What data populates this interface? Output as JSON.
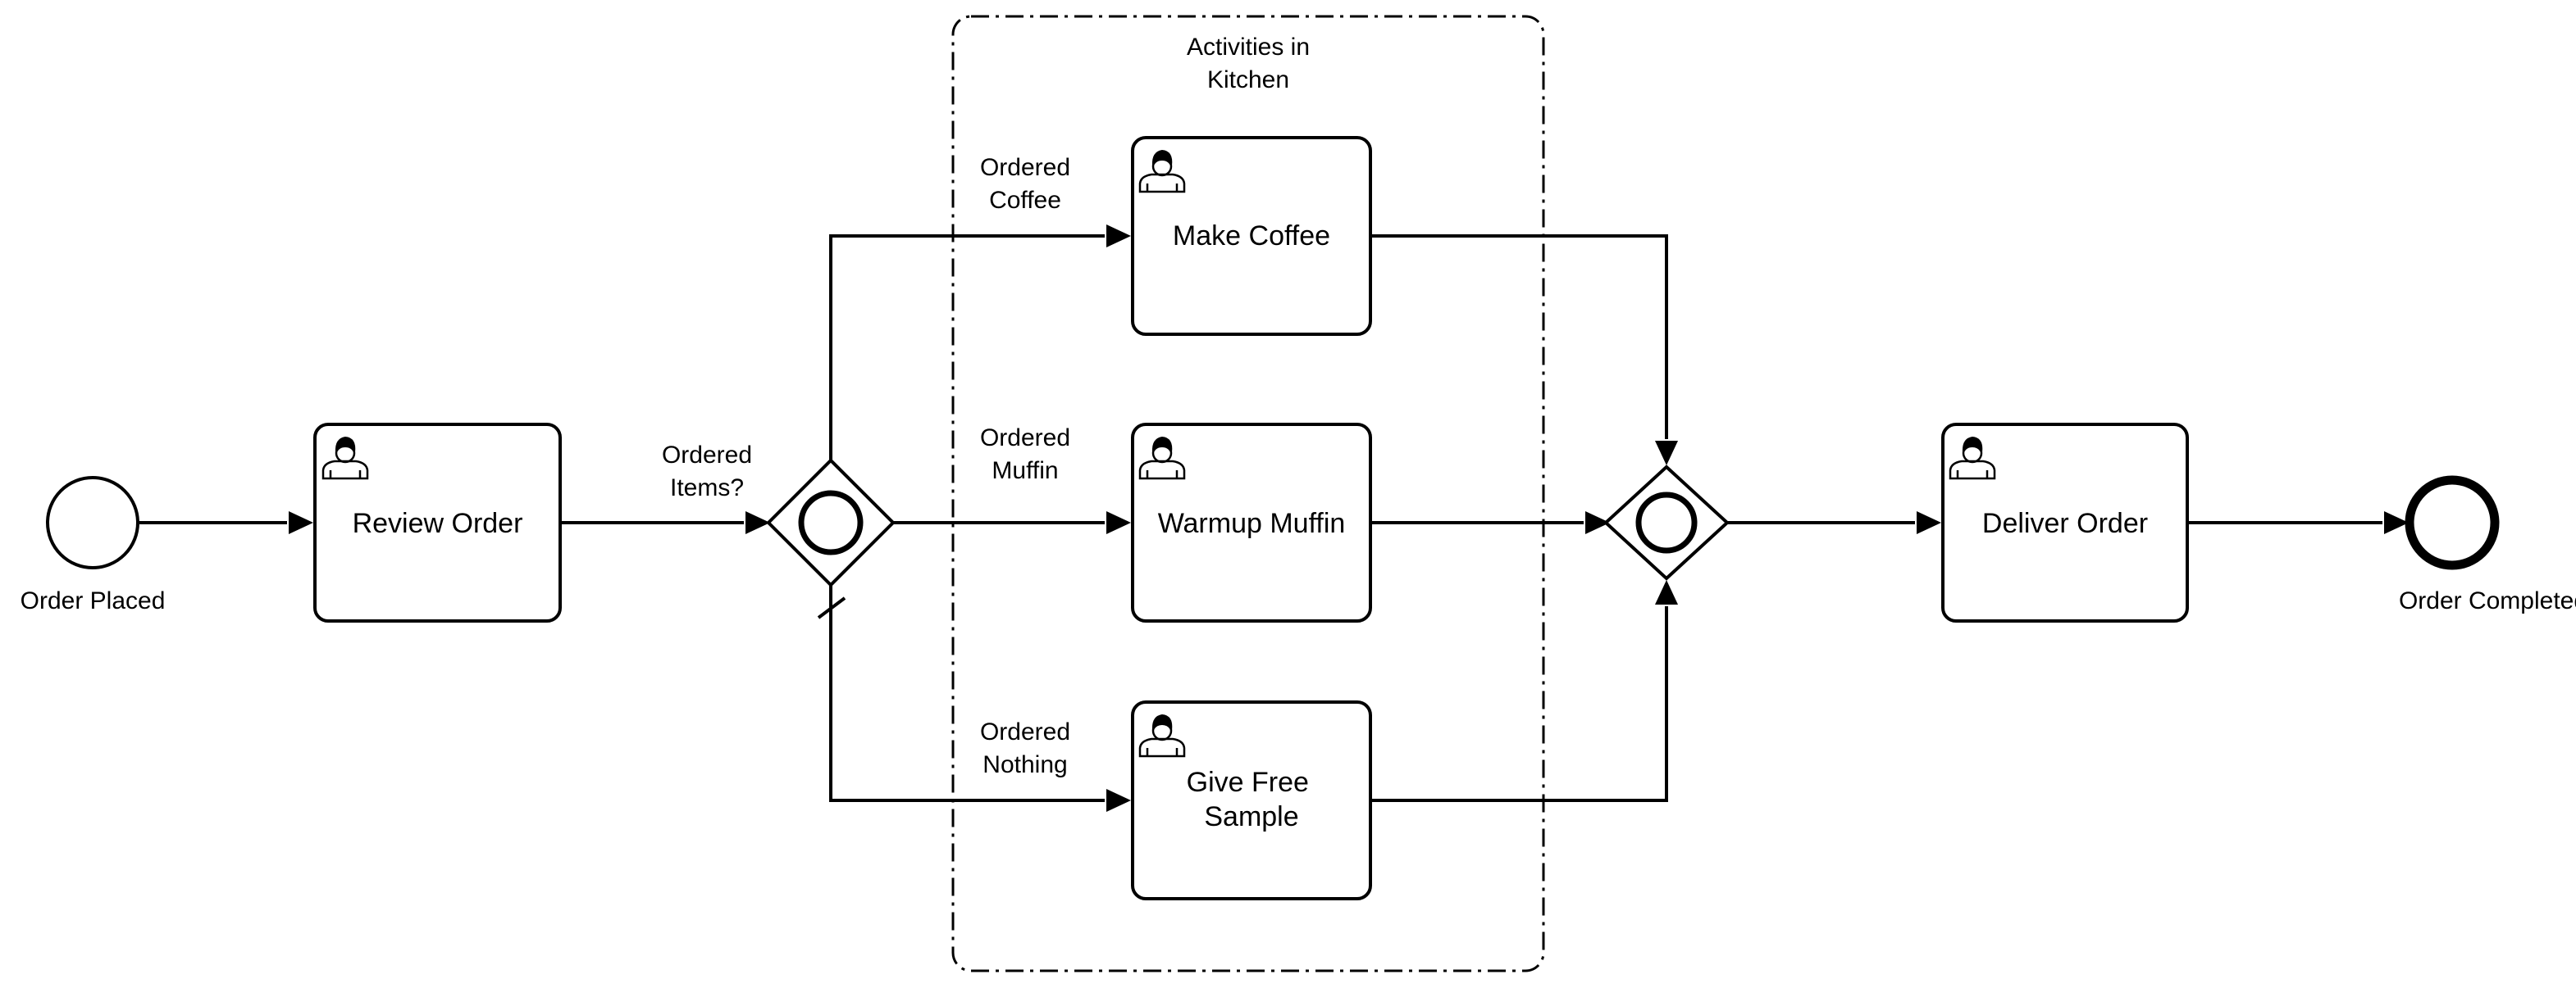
{
  "colors": {
    "stroke": "#000000",
    "fill": "#ffffff",
    "text": "#000000"
  },
  "group": {
    "label_lines": [
      "Activities in",
      "Kitchen"
    ]
  },
  "events": {
    "start": {
      "label": "Order Placed"
    },
    "end": {
      "label": "Order Completed"
    }
  },
  "tasks": {
    "review_order": {
      "lines": [
        "Review Order"
      ],
      "icon": "user-icon"
    },
    "make_coffee": {
      "lines": [
        "Make Coffee"
      ],
      "icon": "user-icon"
    },
    "warmup_muffin": {
      "lines": [
        "Warmup Muffin"
      ],
      "icon": "user-icon"
    },
    "give_free_sample": {
      "lines": [
        "Give Free",
        "Sample"
      ],
      "icon": "user-icon"
    },
    "deliver_order": {
      "lines": [
        "Deliver Order"
      ],
      "icon": "user-icon"
    }
  },
  "gateways": {
    "split": {
      "type": "inclusive",
      "label_lines": [
        "Ordered",
        "Items?"
      ]
    },
    "join": {
      "type": "inclusive"
    }
  },
  "flows": {
    "coffee": {
      "label_lines": [
        "Ordered",
        "Coffee"
      ]
    },
    "muffin": {
      "label_lines": [
        "Ordered",
        "Muffin"
      ]
    },
    "nothing": {
      "label_lines": [
        "Ordered",
        "Nothing"
      ],
      "default": true
    }
  }
}
